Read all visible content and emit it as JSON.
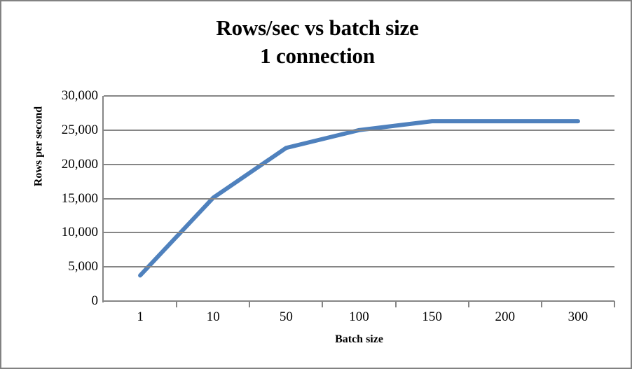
{
  "chart_data": {
    "type": "line",
    "title": "Rows/sec vs batch size\n1 connection",
    "title_lines": [
      "Rows/sec vs batch size",
      "1 connection"
    ],
    "xlabel": "Batch size",
    "ylabel": "Rows per second",
    "categories": [
      "1",
      "10",
      "50",
      "100",
      "150",
      "200",
      "300"
    ],
    "values": [
      3750,
      15100,
      22400,
      25000,
      26300,
      26300,
      26300
    ],
    "series": [
      {
        "name": "1 connection",
        "values": [
          3750,
          15100,
          22400,
          25000,
          26300,
          26300,
          26300
        ]
      }
    ],
    "ylim": [
      0,
      30000
    ],
    "y_ticks": [
      0,
      5000,
      10000,
      15000,
      20000,
      25000,
      30000
    ],
    "y_tick_labels": [
      "0",
      "5,000",
      "10,000",
      "15,000",
      "20,000",
      "25,000",
      "30,000"
    ],
    "x_tick_labels": [
      "1",
      "10",
      "50",
      "100",
      "150",
      "200",
      "300"
    ],
    "grid": "horizontal",
    "legend": "none",
    "series_color": "#4F81BD",
    "grid_color": "#868686",
    "axis_color": "#868686",
    "border_color": "#828282",
    "background_color": "#FFFFFF",
    "line_width": 6
  }
}
